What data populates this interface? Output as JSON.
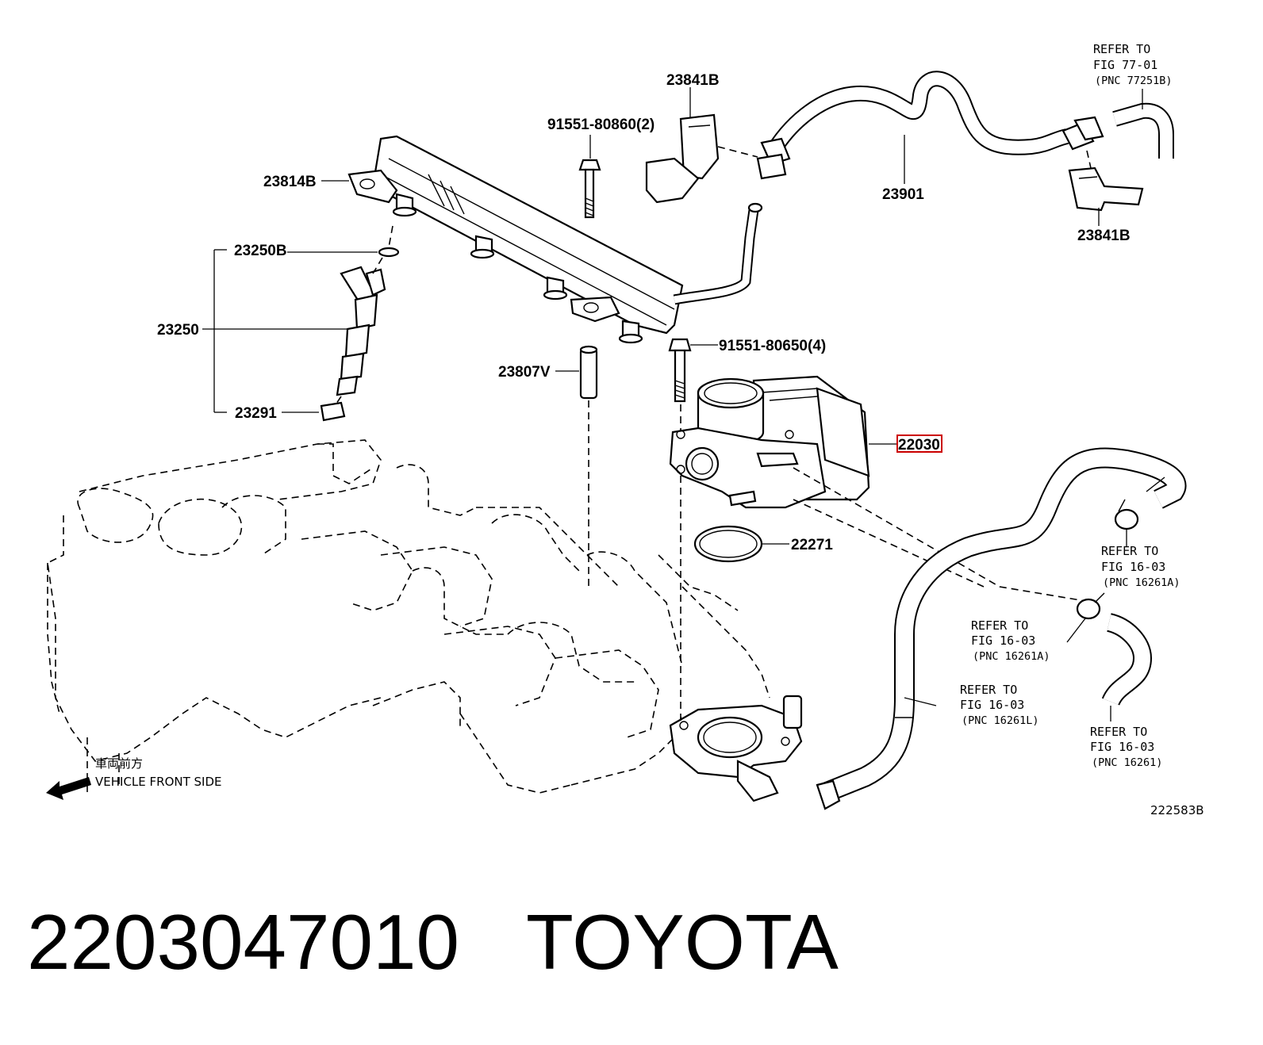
{
  "labels": {
    "injector_bolt": "91551-80860(2)",
    "connector_clip_top": "23841B",
    "refer_77": "REFER TO",
    "refer_77_fig": "FIG 77-01",
    "refer_77_pnc": "(PNC 77251B)",
    "fuel_rail": "23814B",
    "fuel_hose": "23901",
    "connector_clip_right": "23841B",
    "injector_oring": "23250B",
    "injector": "23250",
    "insulator": "23291",
    "spacer": "23807V",
    "throttle_bolt": "91551-80650(4)",
    "throttle_body": "22030",
    "gasket": "22271",
    "refer_16a_1": "REFER TO",
    "refer_16a_1_fig": "FIG 16-03",
    "refer_16a_1_pnc": "(PNC 16261A)",
    "refer_16a_2": "REFER TO",
    "refer_16a_2_fig": "FIG 16-03",
    "refer_16a_2_pnc": "(PNC 16261A)",
    "refer_16l": "REFER TO",
    "refer_16l_fig": "FIG 16-03",
    "refer_16l_pnc": "(PNC 16261L)",
    "refer_16": "REFER TO",
    "refer_16_fig": "FIG 16-03",
    "refer_16_pnc": "(PNC 16261)",
    "front_jp": "車両前方",
    "front_en": "VEHICLE FRONT SIDE",
    "diagram_id": "222583B"
  },
  "footer": {
    "part_number": "2203047010",
    "brand": "TOYOTA"
  },
  "colors": {
    "highlight": "#cc0000",
    "line": "#000000",
    "background": "#ffffff"
  },
  "icons": {
    "direction_arrow": "arrow-left-icon"
  }
}
